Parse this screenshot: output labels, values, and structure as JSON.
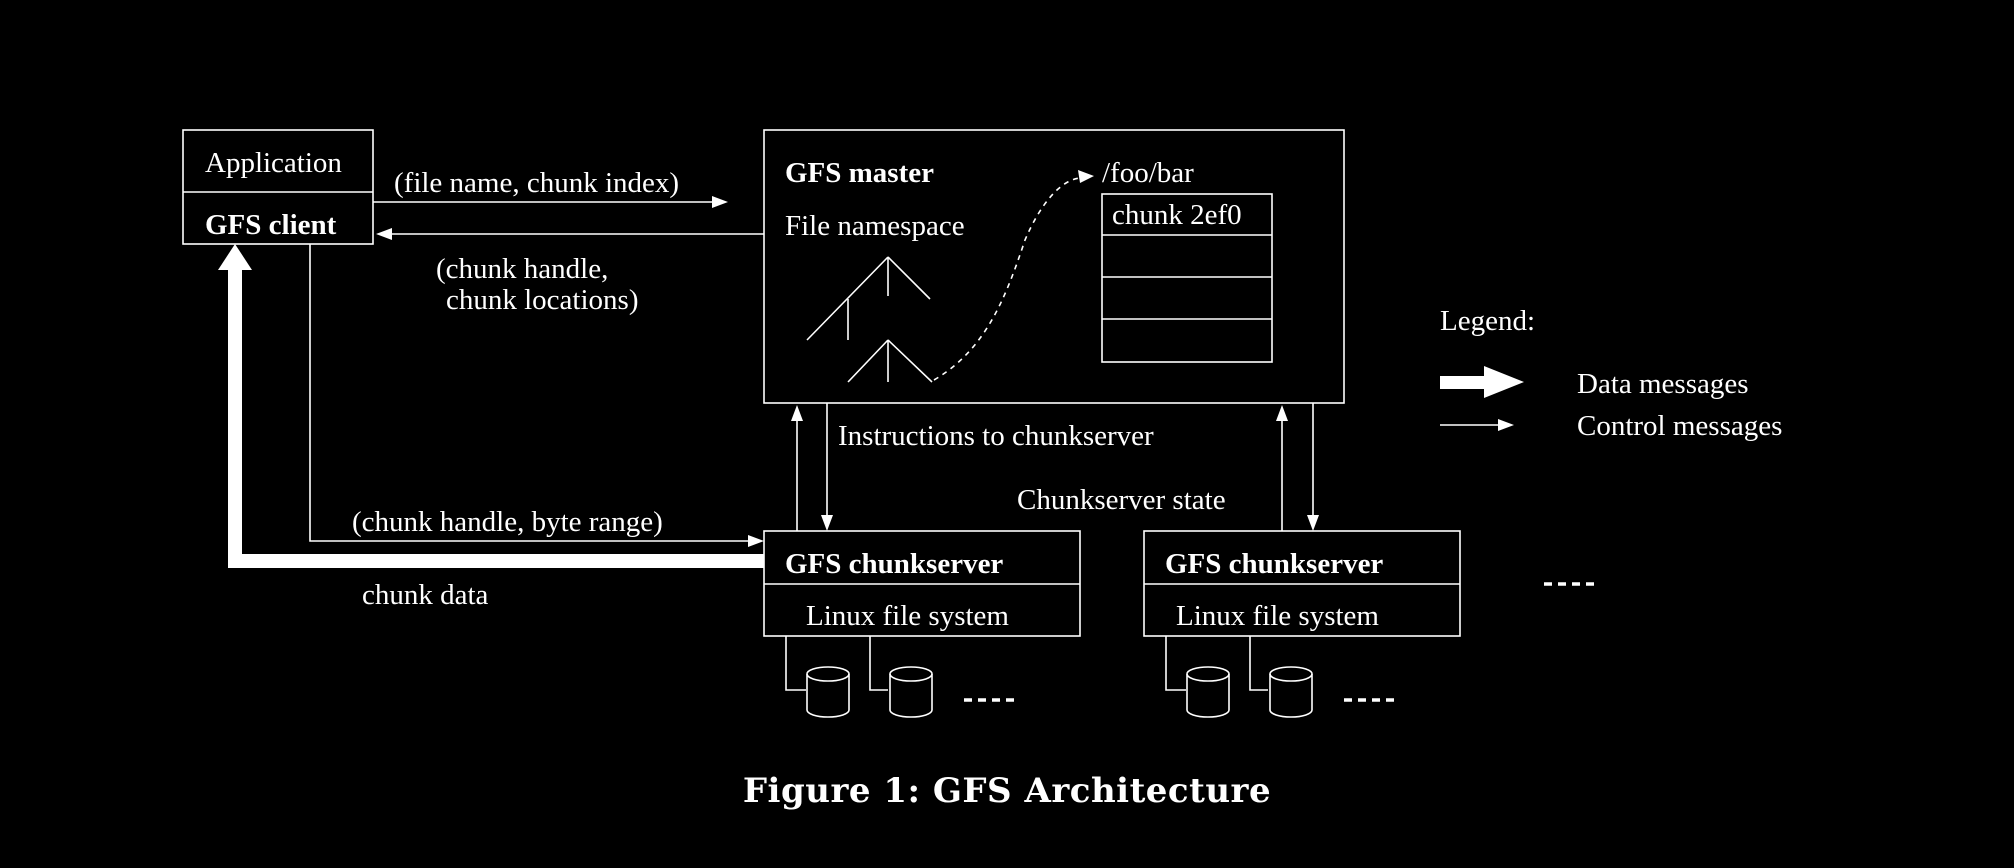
{
  "application": {
    "label": "Application",
    "client_label": "GFS client"
  },
  "master": {
    "title": "GFS master",
    "namespace_label": "File namespace",
    "path": "/foo/bar",
    "chunk_label": "chunk 2ef0"
  },
  "messages": {
    "request": "(file name, chunk index)",
    "reply_line1": "(chunk handle,",
    "reply_line2": "chunk locations)",
    "instructions": "Instructions to chunkserver",
    "state": "Chunkserver state",
    "read_request": "(chunk handle, byte range)",
    "chunk_data": "chunk data"
  },
  "chunkservers": [
    {
      "title": "GFS chunkserver",
      "fs_label": "Linux file system"
    },
    {
      "title": "GFS chunkserver",
      "fs_label": "Linux file system"
    }
  ],
  "legend": {
    "title": "Legend:",
    "data_label": "Data messages",
    "control_label": "Control messages"
  },
  "caption": "Figure 1: GFS Architecture"
}
